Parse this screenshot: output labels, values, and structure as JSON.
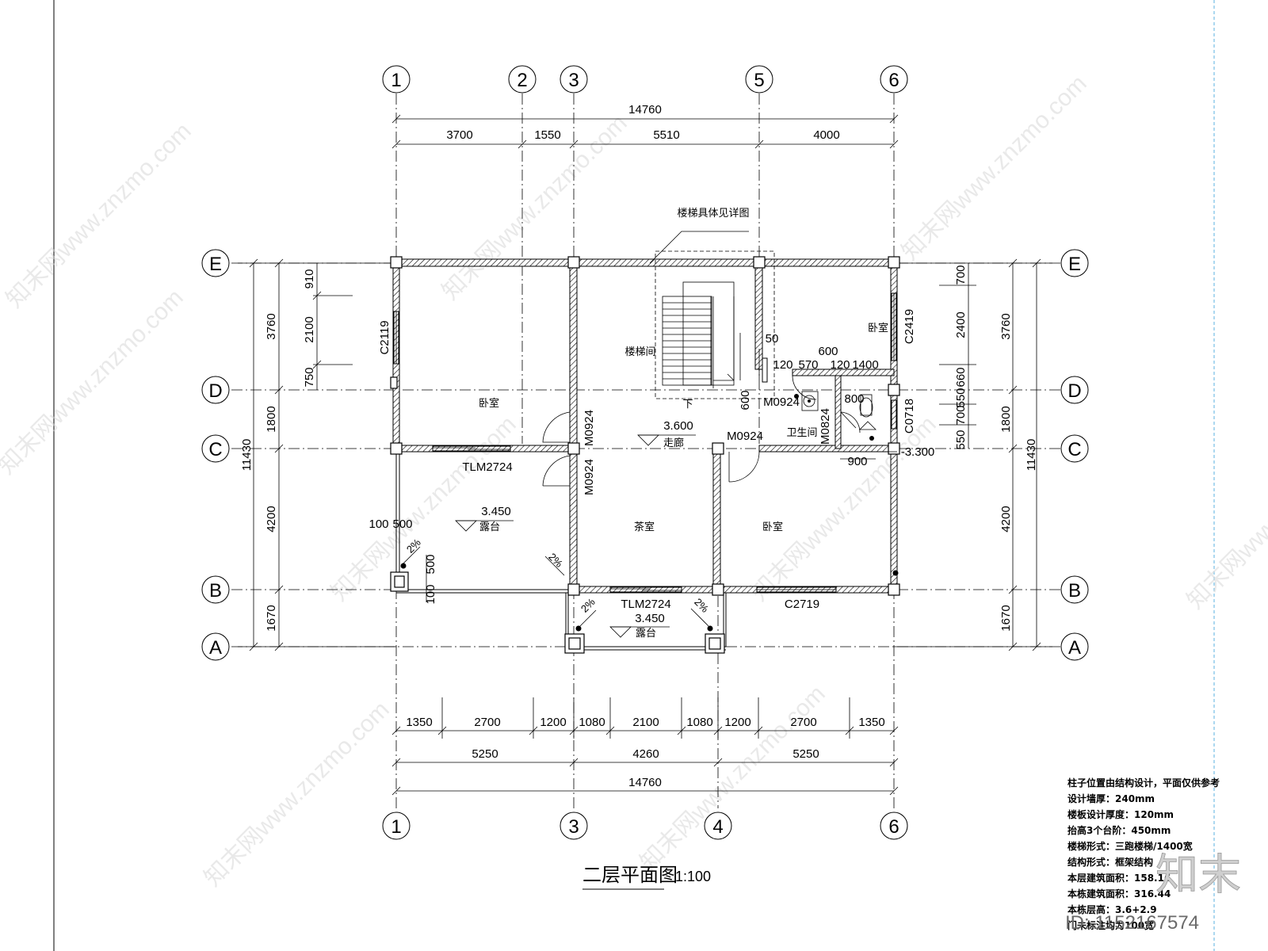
{
  "title": "二层平面图",
  "scale": "1:100",
  "axes": {
    "top": [
      "1",
      "2",
      "3",
      "5",
      "6"
    ],
    "bottom": [
      "1",
      "3",
      "4",
      "6"
    ],
    "left": [
      "E",
      "D",
      "C",
      "B",
      "A"
    ],
    "right": [
      "E",
      "D",
      "C",
      "B",
      "A"
    ]
  },
  "dims": {
    "top_total": "14760",
    "top_segments": [
      "3700",
      "1550",
      "5510",
      "4000"
    ],
    "bottom_detail": [
      "1350",
      "2700",
      "1200",
      "1080",
      "2100",
      "1080",
      "1200",
      "2700",
      "1350"
    ],
    "bottom_mid": [
      "5250",
      "4260",
      "5250"
    ],
    "bottom_total": "14760",
    "left_outer": [
      "3760",
      "1800",
      "4200",
      "1670"
    ],
    "left_total": "11430",
    "left_inner": [
      "910",
      "2100",
      "750"
    ],
    "right_outer": [
      "3760",
      "1800",
      "4200",
      "1670"
    ],
    "right_total": "11430",
    "right_inner": [
      "700",
      "2400",
      "660",
      "550",
      "700",
      "550"
    ]
  },
  "rooms": {
    "bedroom_nw": "卧室",
    "bedroom_ne": "卧室",
    "bedroom_se": "卧室",
    "stair": "楼梯间",
    "corridor": "走廊",
    "tea_room": "茶室",
    "terrace_w": "露台",
    "terrace_s": "露台",
    "bathroom": "卫生间"
  },
  "labels": {
    "stair_note": "楼梯具体见详图",
    "down": "下",
    "win_c2119": "C2119",
    "win_c2419": "C2419",
    "win_c0718": "C0718",
    "win_c2719": "C2719",
    "door_tlm_w": "TLM2724",
    "door_tlm_s": "TLM2724",
    "door_m0924_a": "M0924",
    "door_m0924_b": "M0924",
    "door_m0924_c": "M0924",
    "door_m0924_d": "M0924",
    "door_m0824": "M0824",
    "elev_corridor": "3.600",
    "elev_terrace_w": "3.450",
    "elev_terrace_s": "3.450",
    "elev_bath": "-3.300",
    "slope1": "2%",
    "slope2": "2%",
    "slope3": "2%",
    "slope4": "2%",
    "d50": "50",
    "d120a": "120",
    "d570": "570",
    "d600": "600",
    "d120b": "120",
    "d1400": "1400",
    "d600v": "600",
    "d800": "800",
    "d900": "900",
    "d100": "100",
    "d500": "500",
    "d500v": "500",
    "d100v": "100"
  },
  "notes": [
    "柱子位置由结构设计，平面仅供参考",
    "设计墙厚：240mm",
    "楼板设计厚度：120mm",
    "抬高3个台阶：450mm",
    "楼梯形式：三跑楼梯/1400宽",
    "结构形式：框架结构",
    "本层建筑面积：158.16",
    "本栋建筑面积：316.44",
    "本栋层高：3.6+2.9",
    "门未标注均为100宽"
  ],
  "watermark": "知末网www.znzmo.com",
  "brand": "知末",
  "id_text": "ID: 1152167574"
}
